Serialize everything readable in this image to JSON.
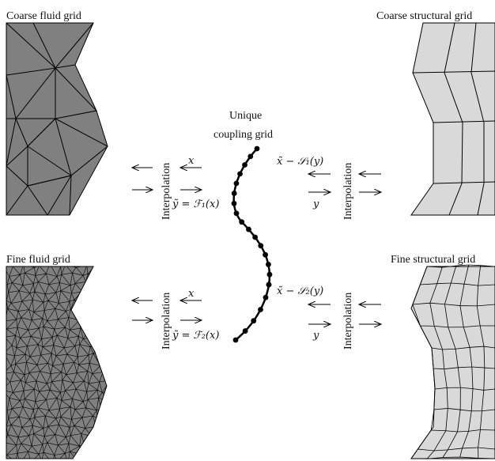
{
  "labels": {
    "coarse_fluid": "Coarse fluid grid",
    "coarse_structural": "Coarse structural grid",
    "fine_fluid": "Fine fluid grid",
    "fine_structural": "Fine structural grid",
    "unique_line1": "Unique",
    "unique_line2": "coupling grid",
    "interpolation": "Interpolation"
  },
  "math": {
    "x": "x",
    "y": "y",
    "y_eq_F1": "ỹ = ℱ₁(x)",
    "y_eq_F2": "ỹ = ℱ₂(x)",
    "x_eq_S1": "x̃ − 𝒮₁(y)",
    "x_eq_S2": "x̃ − 𝒮₂(y)"
  },
  "colors": {
    "fluid_fill": "#808080",
    "structural_fill": "#d9d9d9",
    "line": "#000000"
  }
}
